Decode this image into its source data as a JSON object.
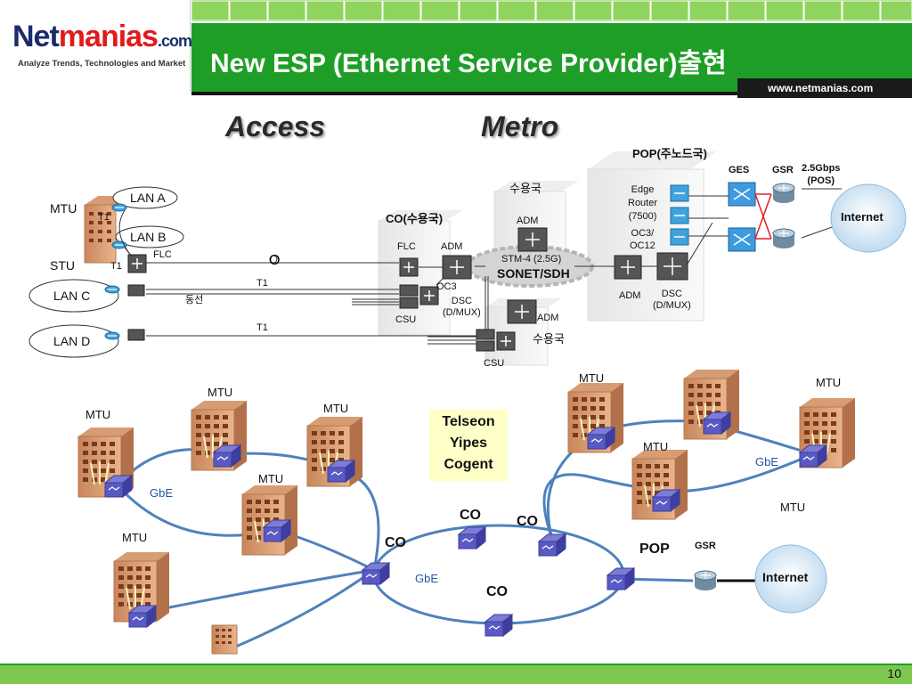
{
  "header": {
    "logo_main_1": "Net",
    "logo_main_2": "manias",
    "logo_com": ".com",
    "logo_tagline": "Analyze Trends, Technologies and Market",
    "title": "New ESP (Ethernet Service Provider)출현",
    "url": "www.netmanias.com"
  },
  "sections": {
    "access": "Access",
    "metro": "Metro"
  },
  "access": {
    "mtu": "MTU",
    "stu": "STU",
    "lan_a": "LAN A",
    "lan_b": "LAN B",
    "lan_c": "LAN C",
    "lan_d": "LAN D",
    "t1_a": "T1",
    "t1_b": "T1",
    "flc": "FLC",
    "o": "O",
    "t1_line1": "T1",
    "copper": "동선",
    "t1_line2": "T1"
  },
  "metro": {
    "co": "CO(수용국)",
    "suyong_top": "수용국",
    "suyong_bottom": "수용국",
    "flc": "FLC",
    "adm_co": "ADM",
    "adm_top": "ADM",
    "adm_pop": "ADM",
    "adm_bottom": "ADM",
    "oc3": "OC3",
    "dsc_co": "DSC\n(D/MUX)",
    "csu_co": "CSU",
    "csu_bottom": "CSU",
    "stm": "STM-4 (2.5G)",
    "sonet": "SONET/SDH",
    "pop": "POP(주노드국)",
    "edge_router": "Edge\nRouter\n(7500)",
    "oc_rates": "OC3/\nOC12",
    "dsc_pop": "DSC\n(D/MUX)",
    "ges": "GES",
    "gsr": "GSR",
    "gbps": "2.5Gbps\n(POS)",
    "internet": "Internet"
  },
  "bottom": {
    "mtu_labels": [
      "MTU",
      "MTU",
      "MTU",
      "MTU",
      "MTU",
      "MTU",
      "MTU",
      "MTU",
      "MTU"
    ],
    "gbe": [
      "GbE",
      "GbE",
      "GbE"
    ],
    "telseon": [
      "Telseon",
      "Yipes",
      "Cogent"
    ],
    "co_labels": [
      "CO",
      "CO",
      "CO",
      "CO"
    ],
    "pop": "POP",
    "gsr": "GSR",
    "internet": "Internet"
  },
  "footer": {
    "page_number": "10"
  }
}
